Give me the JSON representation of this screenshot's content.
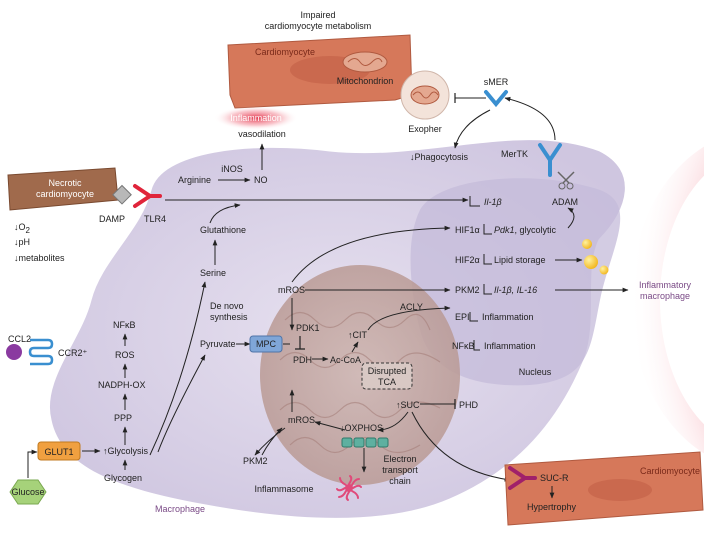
{
  "colors": {
    "macrophage_fill": "#d9d2e6",
    "macrophage_edge": "#ffffff",
    "nucleus_fill": "#c6bedb",
    "mito_fill": "#c2a8a4",
    "cardiomyocyte": "#d6785a",
    "inflammatory_glow": "#e0203a",
    "receptor_red": "#e0243a",
    "receptor_blue": "#3a8fd0",
    "receptor_magenta": "#a0206a",
    "glut1_orange": "#f0a040",
    "mpc_blue": "#7fa6d8",
    "glucose_green": "#a6d27a",
    "ccl2_purple": "#8a3aa0",
    "lipid_yellow": "#f2b51c"
  },
  "labels": {
    "title_line1": "Impaired",
    "title_line2": "cardiomyocyte metabolism",
    "cardiomyocyte_top": "Cardiomyocyte",
    "mitochondrion": "Mitochondrion",
    "exopher": "Exopher",
    "smer": "sMER",
    "inflammation": "Inflammation",
    "vasodilation": "vasodilation",
    "phagocytosis": "↓Phagocytosis",
    "mertk": "MerTK",
    "adam": "ADAM",
    "necrotic_line1": "Necrotic",
    "necrotic_line2": "cardiomyocyte",
    "damp": "DAMP",
    "tlr4": "TLR4",
    "o2_arrow": "↓O",
    "o2_sub": "2",
    "ph": "↓pH",
    "metabolites": "↓metabolites",
    "arginine": "Arginine",
    "inos": "iNOS",
    "no": "NO",
    "glutathione": "Glutathione",
    "il1b_top": "Il-1β",
    "hif1a": "HIF1α",
    "pdk1_glycolytic_it": "Pdk1",
    "pdk1_glycolytic_rest": ", glycolytic",
    "hif2a": "HIF2α",
    "lipid_storage": "Lipid storage",
    "pkm2_right": "PKM2",
    "il1b_il16": "Il-1β, IL-16",
    "inflammatory_line1": "Inflammatory",
    "inflammatory_line2": "macrophage",
    "serine": "Serine",
    "de_novo_line1": "De novo",
    "de_novo_line2": "synthesis",
    "mros_top": "mROS",
    "nfkb_left": "NFκB",
    "ros": "ROS",
    "nadph_ox": "NADPH-OX",
    "ppp": "PPP",
    "ccl2": "CCL2",
    "ccr2": "CCR2⁺",
    "pdk1": "PDK1",
    "cit": "↑CIT",
    "acly": "ACLY",
    "epi": "EPI",
    "inflammation_epi": "Inflammation",
    "nfkb_right": "NFκB",
    "inflammation_nfkb": "Inflammation",
    "nucleus": "Nucleus",
    "pyruvate": "Pyruvate",
    "mpc": "MPC",
    "pdh": "PDH",
    "acetyl_coa": "Ac-CoA",
    "disrupted_line1": "Disrupted",
    "disrupted_line2": "TCA",
    "suc": "↑SUC",
    "phd": "PHD",
    "mros_bottom": "mROS",
    "oxphos": "↓OXPHOS",
    "glut1": "GLUT1",
    "glycolysis": "↑Glycolysis",
    "glycogen": "Glycogen",
    "glucose": "Glucose",
    "pkm2_left": "PKM2",
    "etc_line1": "Electron",
    "etc_line2": "transport",
    "etc_line3": "chain",
    "inflammasome": "Inflammasome",
    "macrophage": "Macrophage",
    "cardiomyocyte_bottom": "Cardiomyocyte",
    "suc_r": "SUC-R",
    "hypertrophy": "Hypertrophy"
  }
}
